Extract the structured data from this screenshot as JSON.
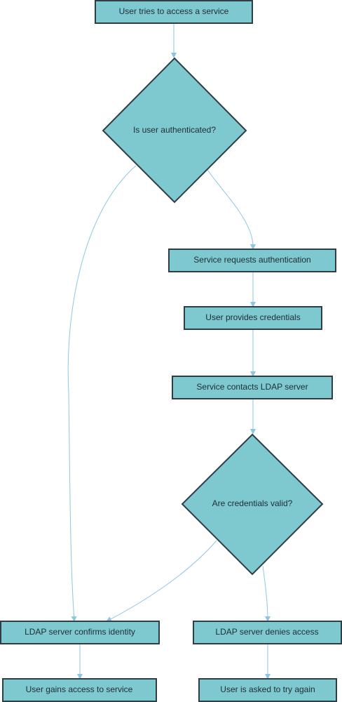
{
  "colors": {
    "node_fill": "#7ec8cf",
    "node_stroke": "#2f3d44",
    "edge": "#8ec6e2",
    "background": "#ffffff"
  },
  "nodes": {
    "start": "User tries to access a service",
    "decision_authenticated": "Is user authenticated?",
    "requests_auth": "Service requests authentication",
    "provides_credentials": "User provides credentials",
    "contacts_ldap": "Service contacts LDAP server",
    "decision_valid": "Are credentials valid?",
    "confirms_identity": "LDAP server confirms identity",
    "denies_access": "LDAP server denies access",
    "gains_access": "User gains access to service",
    "try_again": "User is asked to try again"
  }
}
